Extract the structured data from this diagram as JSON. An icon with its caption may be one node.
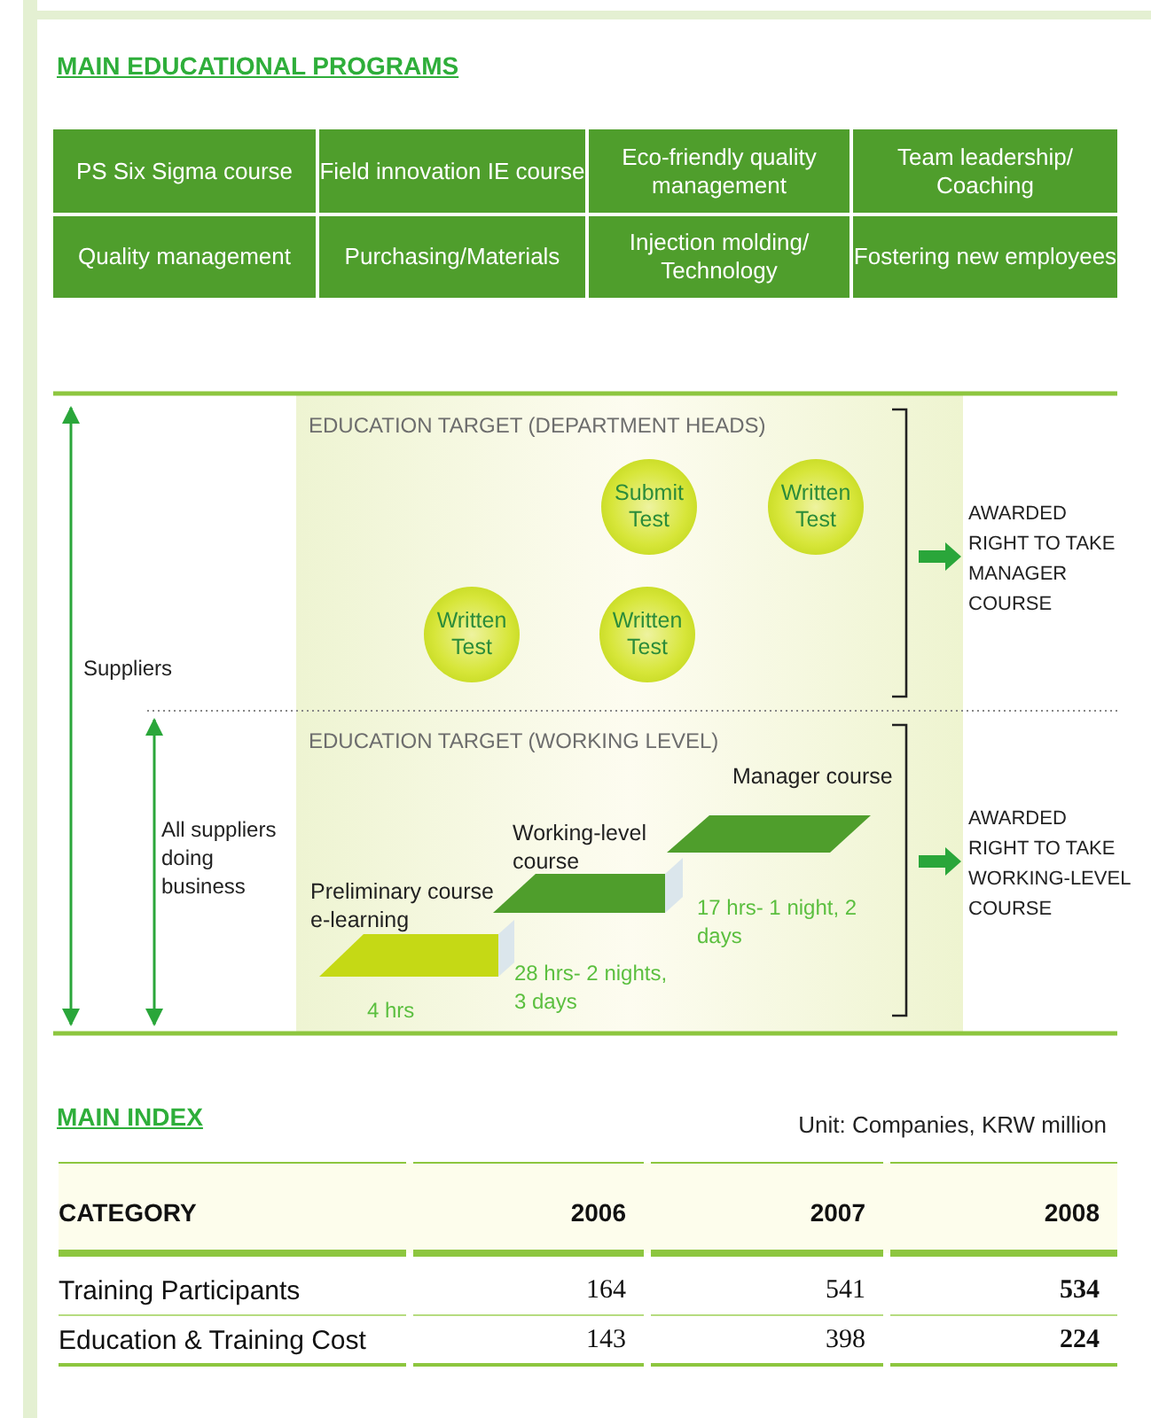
{
  "diagram": {
    "nodes": [
      {
        "text": [
          "PS Six Sigma course"
        ]
      },
      {
        "text": [
          "Field innovation IE course"
        ]
      },
      {
        "text": [
          "Eco-friendly quality management"
        ]
      },
      {
        "text": [
          "Team leadership/ Coaching"
        ]
      },
      {
        "text": [
          "Quality management"
        ]
      },
      {
        "text": [
          "Purchasing/Materials"
        ]
      },
      {
        "text": [
          "Injection molding/ Technology"
        ]
      },
      {
        "text": [
          "Fostering new employees"
        ]
      },
      {
        "text": [
          "EDUCATION TARGET (DEPARTMENT HEADS)"
        ]
      },
      {
        "text": [
          "Submit Test"
        ],
        "in": 8
      },
      {
        "text": [
          "Written Test"
        ],
        "in": 8
      },
      {
        "text": [
          "Written Test"
        ],
        "in": 8
      },
      {
        "text": [
          "Written Test"
        ],
        "in": 8
      },
      {
        "text": [
          "AWARDED RIGHT TO TAKE MANAGER COURSE"
        ]
      },
      {
        "text": [
          "EDUCATION TARGET (WORKING LEVEL)"
        ]
      },
      {
        "text": [
          "Preliminary course e-learning"
        ],
        "beside": [
          "4 hrs"
        ],
        "in": 14
      },
      {
        "text": [
          "Working-level course"
        ],
        "in": 14
      },
      {
        "text": [
          "Manager course"
        ],
        "in": 14
      },
      {
        "text": [
          "AWARDED RIGHT TO TAKE WORKING-LEVEL COURSE"
        ]
      }
    ],
    "edges": [
      {
        "from": 8,
        "to": 13,
        "arrow": "to"
      },
      {
        "from": 14,
        "to": 18,
        "arrow": "to"
      }
    ],
    "labels": [
      "MAIN EDUCATIONAL PROGRAMS",
      "Suppliers",
      "All suppliers doing business",
      "MAIN INDEX",
      "Unit: Companies, KRW million",
      "CATEGORY",
      "2006",
      "2007",
      "2008",
      "Training Participants",
      "164",
      "541",
      "534",
      "Education & Training Cost",
      "143",
      "398",
      "224",
      "28 hrs- 2 nights, 3 days",
      "17 hrs- 1 night, 2 days"
    ]
  }
}
